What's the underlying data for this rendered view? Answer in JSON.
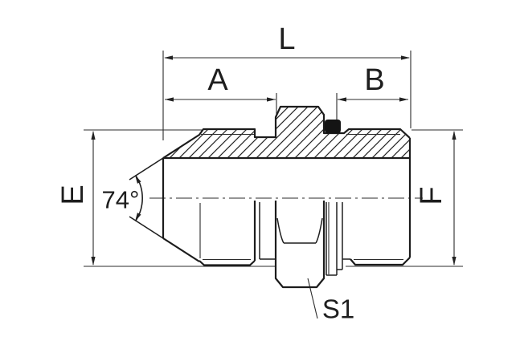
{
  "drawing": {
    "dimension_labels": {
      "overall_length": "L",
      "left_thread_length": "A",
      "right_thread_length": "B",
      "left_diameter": "E",
      "right_diameter": "F",
      "flare_angle": "74°",
      "hex_size": "S1"
    },
    "colors": {
      "line": "#1c1c1c",
      "background": "#ffffff"
    }
  }
}
